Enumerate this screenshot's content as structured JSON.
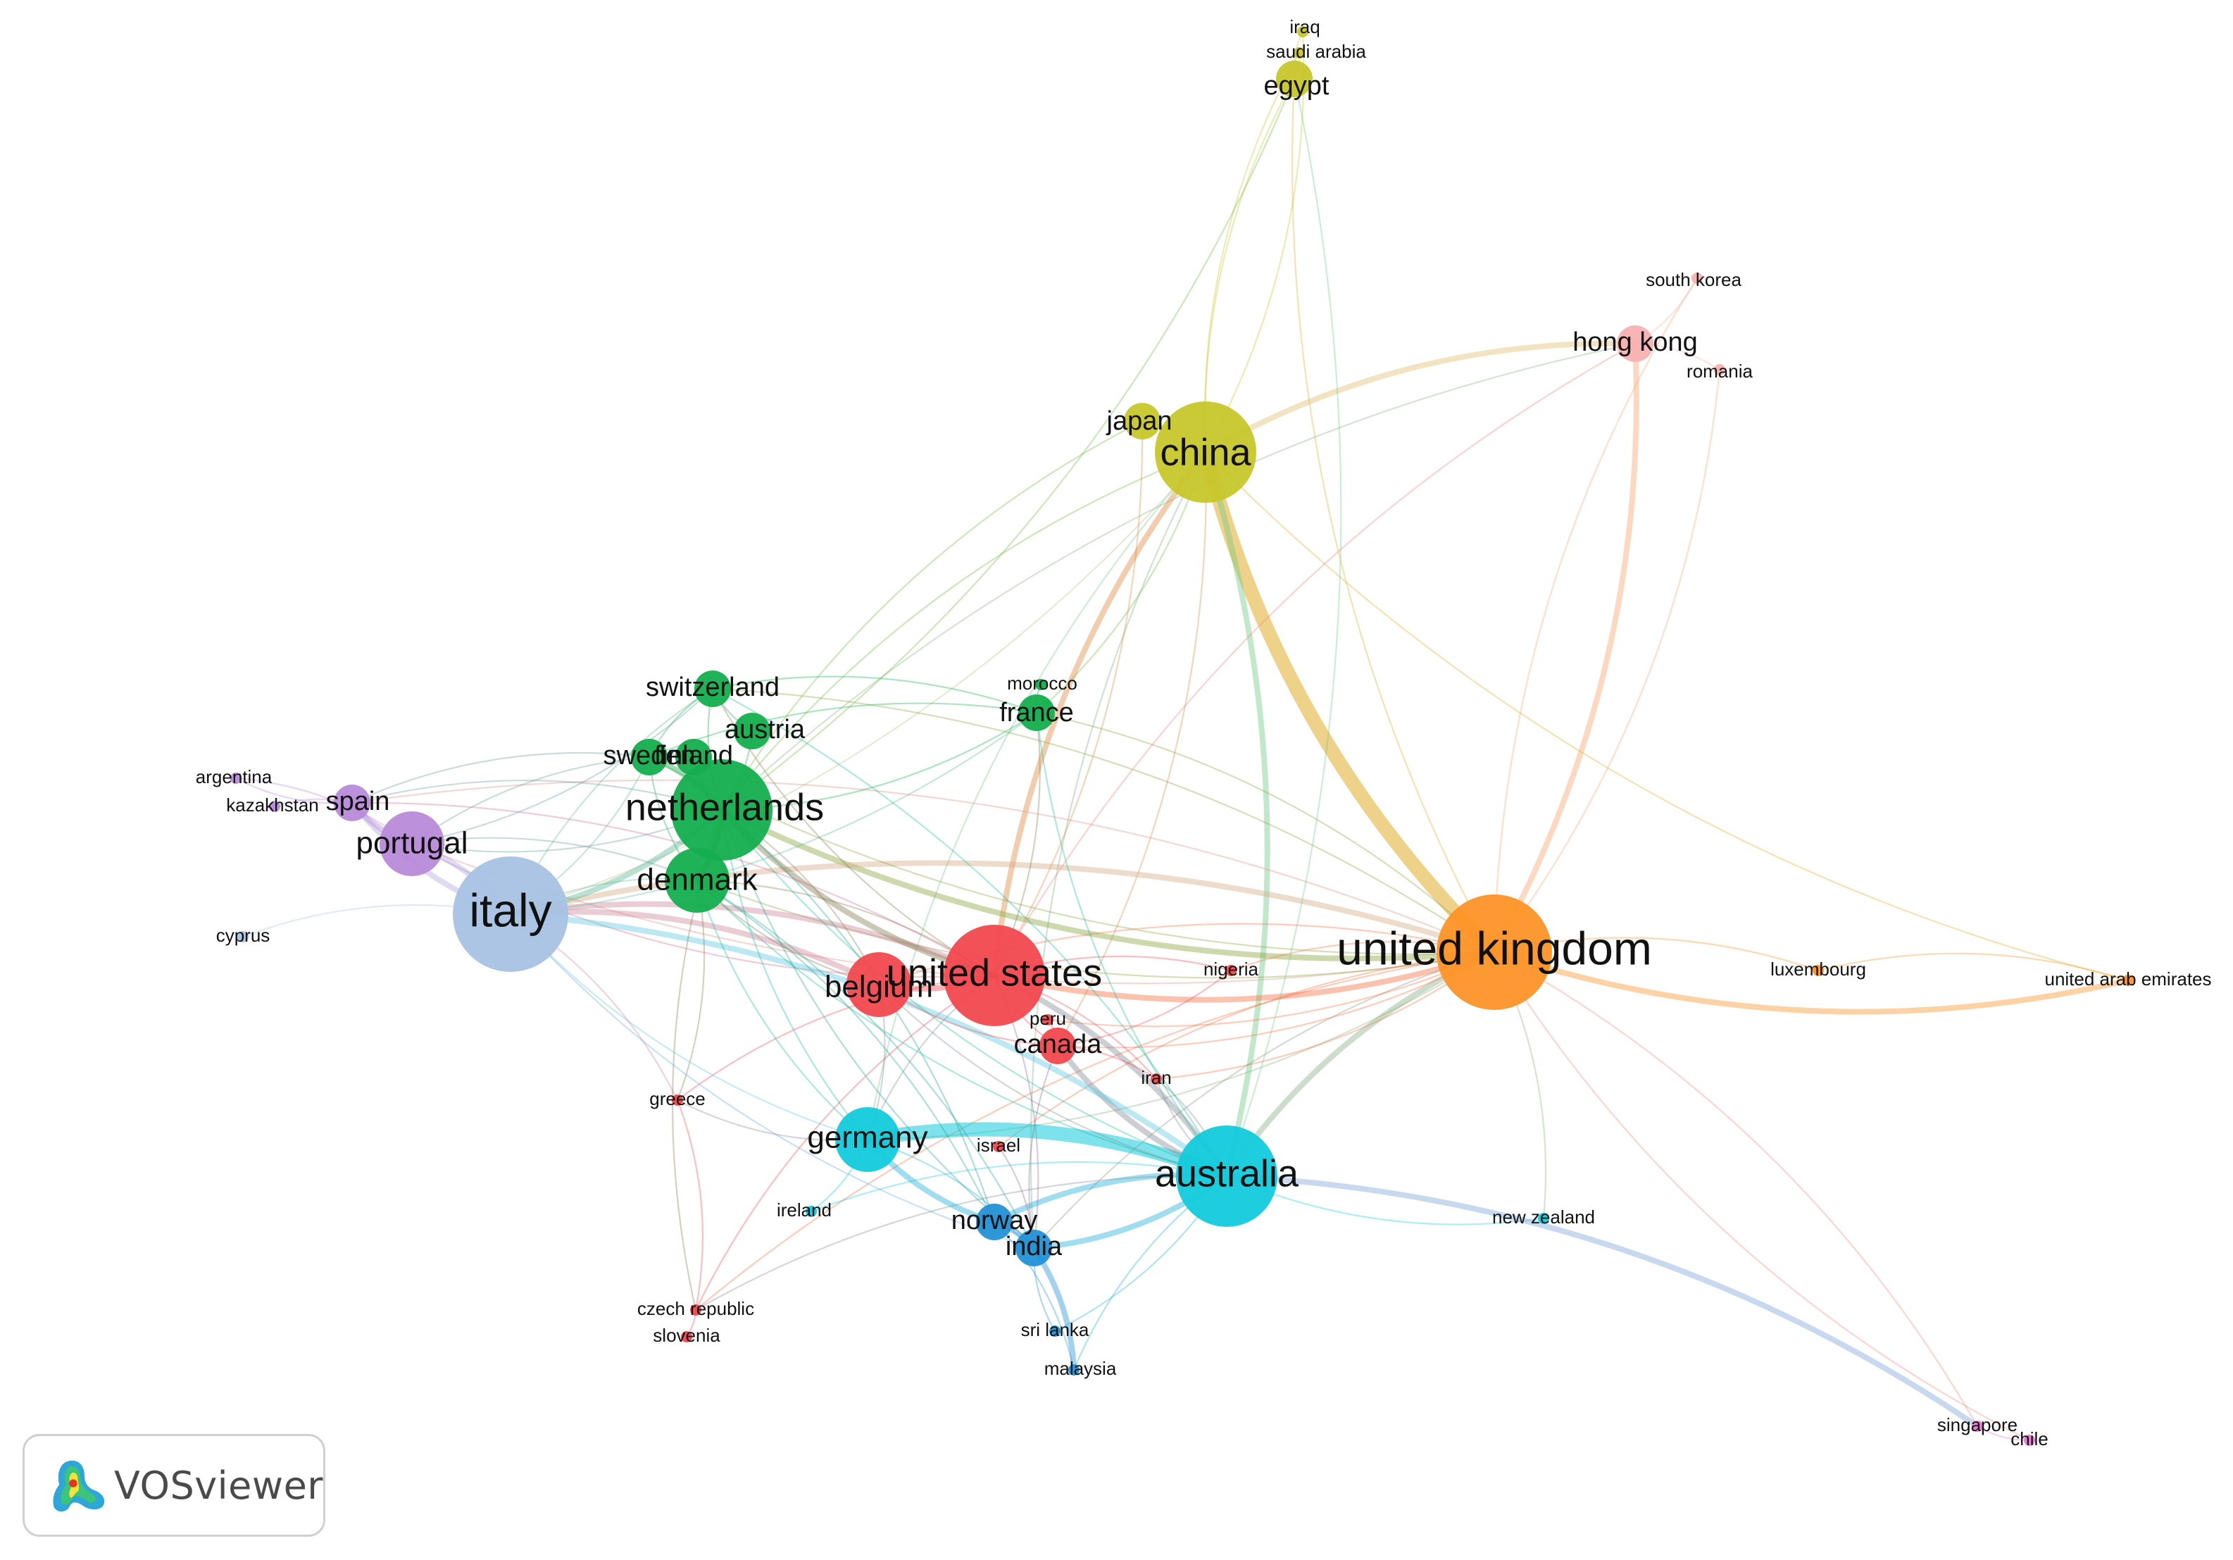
{
  "nodes": [
    {
      "id": "iraq",
      "label": "iraq",
      "cluster": "yellow",
      "size": "tiny"
    },
    {
      "id": "saudi_arabia",
      "label": "saudi arabia",
      "cluster": "yellow",
      "size": "tiny"
    },
    {
      "id": "egypt",
      "label": "egypt",
      "cluster": "yellow",
      "size": "small"
    },
    {
      "id": "south_korea",
      "label": "south korea",
      "cluster": "pink",
      "size": "tiny"
    },
    {
      "id": "hong_kong",
      "label": "hong kong",
      "cluster": "pink",
      "size": "small"
    },
    {
      "id": "romania",
      "label": "romania",
      "cluster": "pink",
      "size": "tiny"
    },
    {
      "id": "japan",
      "label": "japan",
      "cluster": "yellow",
      "size": "small"
    },
    {
      "id": "china",
      "label": "china",
      "cluster": "yellow",
      "size": "large"
    },
    {
      "id": "morocco",
      "label": "morocco",
      "cluster": "green",
      "size": "tiny"
    },
    {
      "id": "france",
      "label": "france",
      "cluster": "green",
      "size": "small"
    },
    {
      "id": "switzerland",
      "label": "switzerland",
      "cluster": "green",
      "size": "small"
    },
    {
      "id": "austria",
      "label": "austria",
      "cluster": "green",
      "size": "small"
    },
    {
      "id": "sweden",
      "label": "sweden",
      "cluster": "green",
      "size": "small"
    },
    {
      "id": "finland",
      "label": "finland",
      "cluster": "green",
      "size": "small"
    },
    {
      "id": "argentina",
      "label": "argentina",
      "cluster": "purple",
      "size": "tiny"
    },
    {
      "id": "kazakhstan",
      "label": "kazakhstan",
      "cluster": "purple",
      "size": "tiny"
    },
    {
      "id": "spain",
      "label": "spain",
      "cluster": "purple",
      "size": "small"
    },
    {
      "id": "netherlands",
      "label": "netherlands",
      "cluster": "green",
      "size": "large"
    },
    {
      "id": "portugal",
      "label": "portugal",
      "cluster": "purple",
      "size": "medium"
    },
    {
      "id": "denmark",
      "label": "denmark",
      "cluster": "green",
      "size": "medium"
    },
    {
      "id": "italy",
      "label": "italy",
      "cluster": "lightblue",
      "size": "xlarge"
    },
    {
      "id": "cyprus",
      "label": "cyprus",
      "cluster": "lightblue",
      "size": "tiny"
    },
    {
      "id": "united_states",
      "label": "united states",
      "cluster": "red",
      "size": "large"
    },
    {
      "id": "belgium",
      "label": "belgium",
      "cluster": "red",
      "size": "medium"
    },
    {
      "id": "nigeria",
      "label": "nigeria",
      "cluster": "red",
      "size": "tiny"
    },
    {
      "id": "united_kingdom",
      "label": "united kingdom",
      "cluster": "orange",
      "size": "xlarge"
    },
    {
      "id": "luxembourg",
      "label": "luxembourg",
      "cluster": "orange",
      "size": "tiny"
    },
    {
      "id": "united_arab_emirates",
      "label": "united arab emirates",
      "cluster": "orange",
      "size": "tiny"
    },
    {
      "id": "peru",
      "label": "peru",
      "cluster": "red",
      "size": "tiny"
    },
    {
      "id": "canada",
      "label": "canada",
      "cluster": "red",
      "size": "small"
    },
    {
      "id": "iran",
      "label": "iran",
      "cluster": "red",
      "size": "tiny"
    },
    {
      "id": "greece",
      "label": "greece",
      "cluster": "red",
      "size": "tiny"
    },
    {
      "id": "germany",
      "label": "germany",
      "cluster": "cyan",
      "size": "medium"
    },
    {
      "id": "israel",
      "label": "israel",
      "cluster": "red",
      "size": "tiny"
    },
    {
      "id": "australia",
      "label": "australia",
      "cluster": "cyan",
      "size": "large"
    },
    {
      "id": "ireland",
      "label": "ireland",
      "cluster": "cyan",
      "size": "tiny"
    },
    {
      "id": "norway",
      "label": "norway",
      "cluster": "blue",
      "size": "small"
    },
    {
      "id": "india",
      "label": "india",
      "cluster": "blue",
      "size": "small"
    },
    {
      "id": "new_zealand",
      "label": "new zealand",
      "cluster": "cyan",
      "size": "tiny"
    },
    {
      "id": "czech_republic",
      "label": "czech republic",
      "cluster": "red",
      "size": "tiny"
    },
    {
      "id": "slovenia",
      "label": "slovenia",
      "cluster": "red",
      "size": "tiny"
    },
    {
      "id": "sri_lanka",
      "label": "sri lanka",
      "cluster": "blue",
      "size": "tiny"
    },
    {
      "id": "malaysia",
      "label": "malaysia",
      "cluster": "blue",
      "size": "tiny"
    },
    {
      "id": "singapore",
      "label": "singapore",
      "cluster": "magenta",
      "size": "tiny"
    },
    {
      "id": "chile",
      "label": "chile",
      "cluster": "magenta",
      "size": "tiny"
    }
  ],
  "links": [
    [
      "china",
      "united_kingdom",
      "heavy"
    ],
    [
      "china",
      "australia",
      "medium"
    ],
    [
      "china",
      "united_states",
      "medium"
    ],
    [
      "china",
      "egypt",
      "light"
    ],
    [
      "china",
      "iraq",
      "light"
    ],
    [
      "china",
      "saudi_arabia",
      "light"
    ],
    [
      "china",
      "japan",
      "light"
    ],
    [
      "china",
      "hong_kong",
      "medium"
    ],
    [
      "china",
      "netherlands",
      "light"
    ],
    [
      "china",
      "italy",
      "light"
    ],
    [
      "china",
      "germany",
      "light"
    ],
    [
      "china",
      "france",
      "light"
    ],
    [
      "china",
      "india",
      "light"
    ],
    [
      "china",
      "canada",
      "light"
    ],
    [
      "united_kingdom",
      "hong_kong",
      "medium"
    ],
    [
      "united_kingdom",
      "south_korea",
      "light"
    ],
    [
      "united_kingdom",
      "romania",
      "light"
    ],
    [
      "united_kingdom",
      "united_states",
      "medium"
    ],
    [
      "united_kingdom",
      "australia",
      "medium"
    ],
    [
      "united_kingdom",
      "netherlands",
      "medium"
    ],
    [
      "united_kingdom",
      "italy",
      "medium"
    ],
    [
      "united_kingdom",
      "luxembourg",
      "light"
    ],
    [
      "united_kingdom",
      "united_arab_emirates",
      "medium"
    ],
    [
      "united_kingdom",
      "singapore",
      "light"
    ],
    [
      "united_kingdom",
      "chile",
      "light"
    ],
    [
      "united_kingdom",
      "canada",
      "light"
    ],
    [
      "united_kingdom",
      "nigeria",
      "light"
    ],
    [
      "united_kingdom",
      "new_zealand",
      "light"
    ],
    [
      "united_kingdom",
      "india",
      "light"
    ],
    [
      "united_kingdom",
      "germany",
      "light"
    ],
    [
      "united_kingdom",
      "czech_republic",
      "light"
    ],
    [
      "united_kingdom",
      "iran",
      "light"
    ],
    [
      "united_kingdom",
      "switzerland",
      "light"
    ],
    [
      "united_kingdom",
      "sweden",
      "light"
    ],
    [
      "united_kingdom",
      "france",
      "light"
    ],
    [
      "united_kingdom",
      "portugal",
      "light"
    ],
    [
      "united_kingdom",
      "spain",
      "light"
    ],
    [
      "united_kingdom",
      "denmark",
      "light"
    ],
    [
      "united_kingdom",
      "belgium",
      "light"
    ],
    [
      "united_kingdom",
      "peru",
      "light"
    ],
    [
      "united_kingdom",
      "israel",
      "light"
    ],
    [
      "united_states",
      "australia",
      "medium"
    ],
    [
      "united_states",
      "italy",
      "medium"
    ],
    [
      "united_states",
      "netherlands",
      "medium"
    ],
    [
      "united_states",
      "germany",
      "light"
    ],
    [
      "united_states",
      "belgium",
      "medium"
    ],
    [
      "united_states",
      "canada",
      "light"
    ],
    [
      "united_states",
      "india",
      "light"
    ],
    [
      "united_states",
      "denmark",
      "light"
    ],
    [
      "united_states",
      "switzerland",
      "light"
    ],
    [
      "united_states",
      "greece",
      "light"
    ],
    [
      "united_states",
      "nigeria",
      "light"
    ],
    [
      "united_states",
      "spain",
      "light"
    ],
    [
      "united_states",
      "portugal",
      "light"
    ],
    [
      "united_states",
      "france",
      "light"
    ],
    [
      "united_states",
      "iran",
      "light"
    ],
    [
      "united_states",
      "czech_republic",
      "light"
    ],
    [
      "united_states",
      "hong_kong",
      "light"
    ],
    [
      "australia",
      "germany",
      "heavy"
    ],
    [
      "australia",
      "india",
      "medium"
    ],
    [
      "australia",
      "norway",
      "medium"
    ],
    [
      "australia",
      "canada",
      "medium"
    ],
    [
      "australia",
      "italy",
      "medium"
    ],
    [
      "australia",
      "netherlands",
      "light"
    ],
    [
      "australia",
      "new_zealand",
      "light"
    ],
    [
      "australia",
      "singapore",
      "medium"
    ],
    [
      "australia",
      "malaysia",
      "light"
    ],
    [
      "australia",
      "sri_lanka",
      "light"
    ],
    [
      "australia",
      "ireland",
      "light"
    ],
    [
      "australia",
      "denmark",
      "light"
    ],
    [
      "australia",
      "czech_republic",
      "light"
    ],
    [
      "australia",
      "iran",
      "light"
    ],
    [
      "australia",
      "switzerland",
      "light"
    ],
    [
      "australia",
      "belgium",
      "light"
    ],
    [
      "italy",
      "portugal",
      "medium"
    ],
    [
      "italy",
      "spain",
      "medium"
    ],
    [
      "italy",
      "netherlands",
      "medium"
    ],
    [
      "italy",
      "denmark",
      "light"
    ],
    [
      "italy",
      "cyprus",
      "light"
    ],
    [
      "italy",
      "belgium",
      "medium"
    ],
    [
      "italy",
      "germany",
      "light"
    ],
    [
      "italy",
      "switzerland",
      "light"
    ],
    [
      "italy",
      "sweden",
      "light"
    ],
    [
      "italy",
      "greece",
      "light"
    ],
    [
      "italy",
      "india",
      "light"
    ],
    [
      "netherlands",
      "denmark",
      "medium"
    ],
    [
      "netherlands",
      "sweden",
      "medium"
    ],
    [
      "netherlands",
      "switzerland",
      "light"
    ],
    [
      "netherlands",
      "austria",
      "light"
    ],
    [
      "netherlands",
      "finland",
      "light"
    ],
    [
      "netherlands",
      "spain",
      "light"
    ],
    [
      "netherlands",
      "portugal",
      "light"
    ],
    [
      "netherlands",
      "germany",
      "light"
    ],
    [
      "netherlands",
      "belgium",
      "light"
    ],
    [
      "netherlands",
      "france",
      "light"
    ],
    [
      "netherlands",
      "norway",
      "light"
    ],
    [
      "netherlands",
      "india",
      "light"
    ],
    [
      "denmark",
      "sweden",
      "light"
    ],
    [
      "denmark",
      "germany",
      "light"
    ],
    [
      "denmark",
      "norway",
      "light"
    ],
    [
      "denmark",
      "belgium",
      "light"
    ],
    [
      "denmark",
      "india",
      "light"
    ],
    [
      "switzerland",
      "austria",
      "light"
    ],
    [
      "switzerland",
      "france",
      "light"
    ],
    [
      "switzerland",
      "sweden",
      "light"
    ],
    [
      "sweden",
      "finland",
      "light"
    ],
    [
      "sweden",
      "spain",
      "light"
    ],
    [
      "sweden",
      "france",
      "light"
    ],
    [
      "spain",
      "portugal",
      "medium"
    ],
    [
      "spain",
      "argentina",
      "light"
    ],
    [
      "spain",
      "kazakhstan",
      "light"
    ],
    [
      "portugal",
      "denmark",
      "light"
    ],
    [
      "portugal",
      "switzerland",
      "light"
    ],
    [
      "portugal",
      "sweden",
      "light"
    ],
    [
      "portugal",
      "argentina",
      "light"
    ],
    [
      "germany",
      "india",
      "light"
    ],
    [
      "germany",
      "norway",
      "medium"
    ],
    [
      "germany",
      "ireland",
      "light"
    ],
    [
      "germany",
      "belgium",
      "light"
    ],
    [
      "germany",
      "greece",
      "light"
    ],
    [
      "india",
      "norway",
      "medium"
    ],
    [
      "india",
      "malaysia",
      "medium"
    ],
    [
      "india",
      "sri_lanka",
      "light"
    ],
    [
      "india",
      "canada",
      "light"
    ],
    [
      "india",
      "israel",
      "light"
    ],
    [
      "norway",
      "malaysia",
      "light"
    ],
    [
      "hong_kong",
      "south_korea",
      "light"
    ],
    [
      "hong_kong",
      "romania",
      "light"
    ],
    [
      "hong_kong",
      "netherlands",
      "light"
    ],
    [
      "egypt",
      "iraq",
      "light"
    ],
    [
      "egypt",
      "saudi_arabia",
      "light"
    ],
    [
      "egypt",
      "australia",
      "light"
    ],
    [
      "egypt",
      "united_kingdom",
      "light"
    ],
    [
      "egypt",
      "netherlands",
      "light"
    ],
    [
      "canada",
      "peru",
      "light"
    ],
    [
      "canada",
      "iran",
      "light"
    ],
    [
      "canada",
      "nigeria",
      "light"
    ],
    [
      "czech_republic",
      "slovenia",
      "light"
    ],
    [
      "czech_republic",
      "greece",
      "light"
    ],
    [
      "czech_republic",
      "netherlands",
      "light"
    ],
    [
      "singapore",
      "chile",
      "light"
    ],
    [
      "france",
      "morocco",
      "light"
    ],
    [
      "france",
      "australia",
      "light"
    ],
    [
      "france",
      "italy",
      "light"
    ],
    [
      "united_arab_emirates",
      "luxembourg",
      "light"
    ],
    [
      "united_arab_emirates",
      "china",
      "light"
    ],
    [
      "japan",
      "netherlands",
      "light"
    ],
    [
      "japan",
      "united_states",
      "light"
    ],
    [
      "greece",
      "denmark",
      "light"
    ],
    [
      "iran",
      "australia",
      "light"
    ],
    [
      "belgium",
      "canada",
      "light"
    ]
  ],
  "cluster_colors": {
    "red": "#f2484f",
    "green": "#14ae4e",
    "blue": "#2391d6",
    "yellow": "#c7c62b",
    "purple": "#b88ad9",
    "cyan": "#12cbdc",
    "orange": "#fd9327",
    "lightblue": "#a8c2e4",
    "pink": "#f8b1b1",
    "magenta": "#e879cf"
  },
  "logo_text": "VOSviewer"
}
